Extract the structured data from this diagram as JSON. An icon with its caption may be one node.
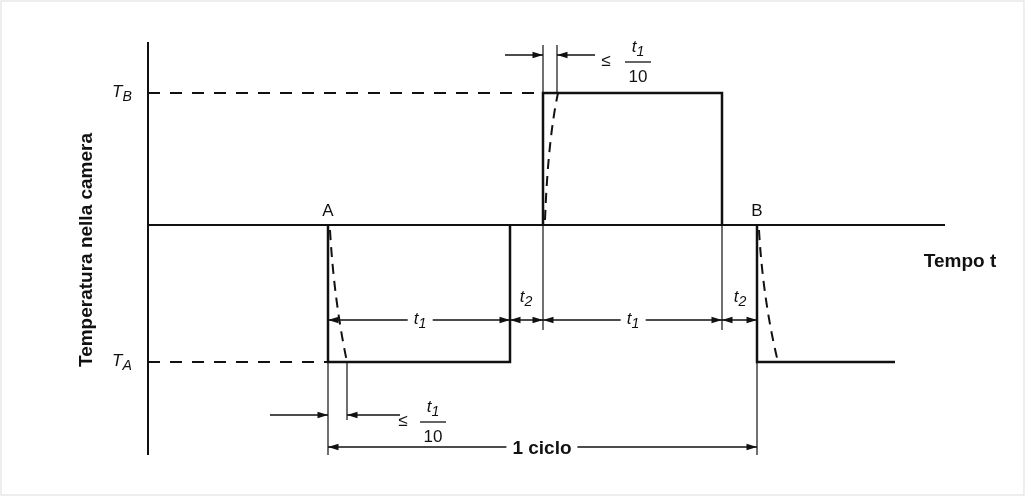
{
  "diagram": {
    "labels": [
      "≤",
      "t$_{1}$",
      "10",
      "T$_{B}$",
      "A",
      "B",
      "Tempo t",
      "t$_{2}$",
      "t$_{2}$",
      "t$_{1}$",
      "t$_{1}$",
      "T$_{A}$",
      "≤",
      "t$_{1}$",
      "10",
      "1 ciclo",
      "Temperatura nella camera"
    ]
  }
}
